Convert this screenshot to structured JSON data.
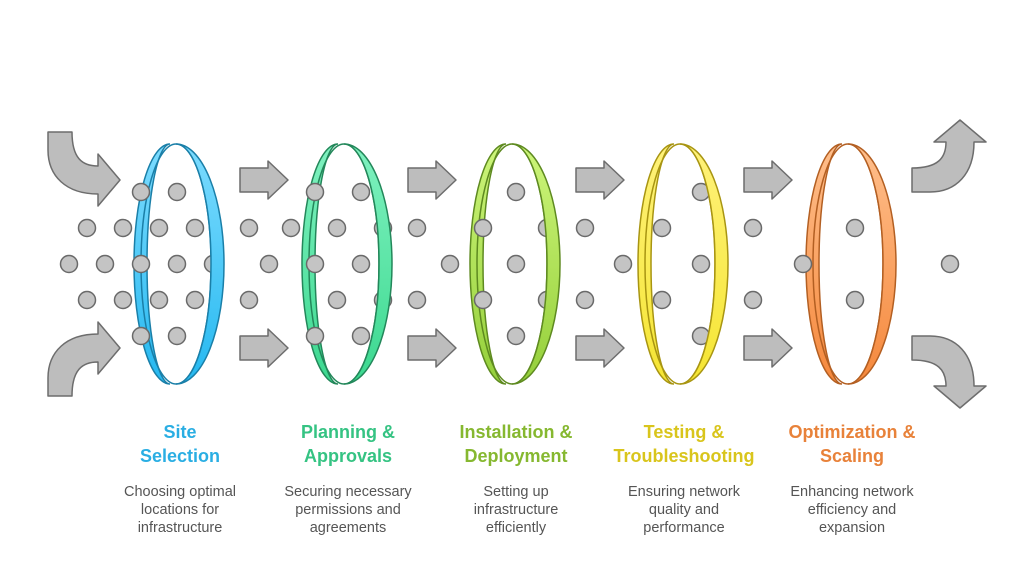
{
  "stages": [
    {
      "title": [
        "Site",
        "Selection"
      ],
      "description": [
        "Choosing optimal",
        "locations for",
        "infrastructure"
      ],
      "color": "#2aaee3",
      "fill_light": "#7ddcff",
      "fill_dark": "#25b8f0",
      "stroke": "#1a7fa8"
    },
    {
      "title": [
        "Planning &",
        "Approvals"
      ],
      "description": [
        "Securing necessary",
        "permissions and",
        "agreements"
      ],
      "color": "#35c383",
      "fill_light": "#80f2c0",
      "fill_dark": "#3bd88f",
      "stroke": "#23875a"
    },
    {
      "title": [
        "Installation &",
        "Deployment"
      ],
      "description": [
        "Setting up",
        "infrastructure",
        "efficiently"
      ],
      "color": "#86b830",
      "fill_light": "#cdf57a",
      "fill_dark": "#94cf3a",
      "stroke": "#5e8a20"
    },
    {
      "title": [
        "Testing &",
        "Troubleshooting"
      ],
      "description": [
        "Ensuring network",
        "quality and",
        "performance"
      ],
      "color": "#d9c51c",
      "fill_light": "#fff27a",
      "fill_dark": "#f5e532",
      "stroke": "#a89512"
    },
    {
      "title": [
        "Optimization &",
        "Scaling"
      ],
      "description": [
        "Enhancing network",
        "efficiency and",
        "expansion"
      ],
      "color": "#e8823a",
      "fill_light": "#ffbf8c",
      "fill_dark": "#f5883c",
      "stroke": "#b35f22"
    }
  ],
  "icons": {
    "flow_arrow": "right-arrow-icon",
    "particle": "particle-dot-icon",
    "entry_arrow": "curved-arrow-icon",
    "exit_arrow": "curved-arrow-icon"
  }
}
